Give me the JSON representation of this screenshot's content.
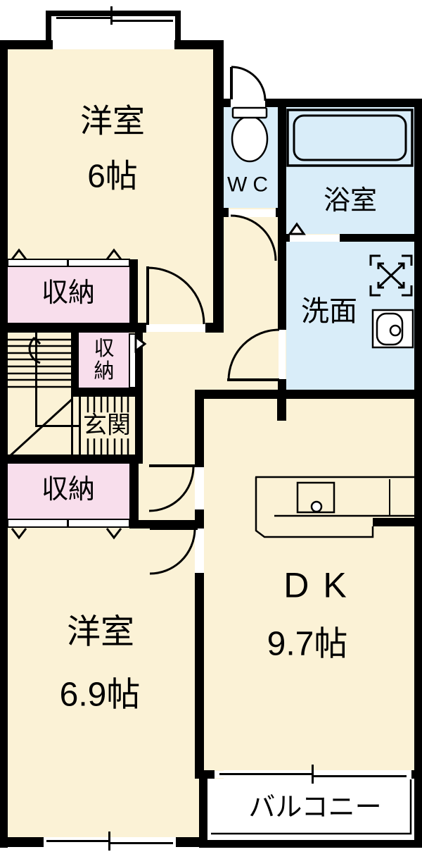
{
  "rooms": {
    "bedroom1": {
      "name": "洋室",
      "size": "6帖"
    },
    "wc": {
      "name": "WC"
    },
    "bath": {
      "name": "浴室"
    },
    "washroom": {
      "name": "洗面"
    },
    "closet_upper": {
      "name": "収納"
    },
    "closet_middle": {
      "name": "収納"
    },
    "entrance": {
      "name": "玄関"
    },
    "closet_lower": {
      "name": "収納"
    },
    "dk": {
      "name": "DK",
      "size": "9.7帖"
    },
    "bedroom2": {
      "name": "洋室",
      "size": "6.9帖"
    },
    "balcony": {
      "name": "バルコニー"
    }
  },
  "colors": {
    "room": "#FBF2D6",
    "wet": "#D9EDF9",
    "closet": "#F8DEEC",
    "wall": "#000000",
    "floor_outside": "#FFFFFF"
  }
}
